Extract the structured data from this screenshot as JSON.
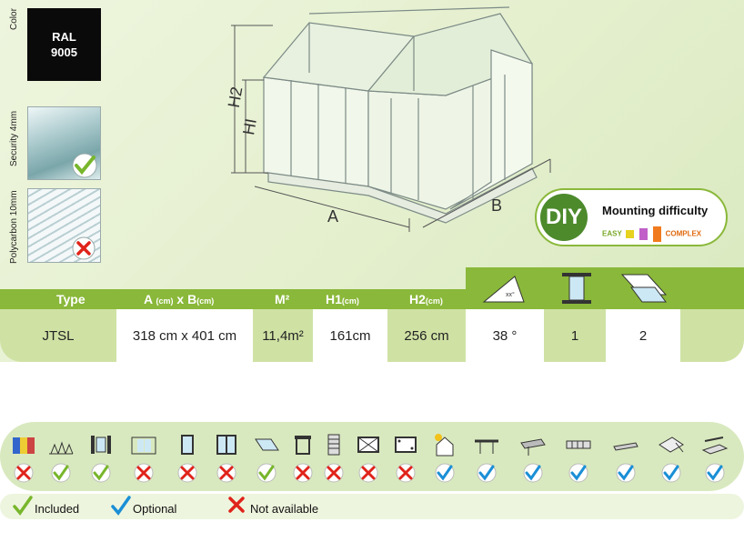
{
  "left_panel": {
    "color_label": "Color",
    "ral_line1": "RAL",
    "ral_line2": "9005",
    "glass_label": "Security 4mm",
    "poly_label": "Polycarbon 10mm"
  },
  "drawing": {
    "label_h2": "H2",
    "label_h1": "HI",
    "label_a": "A",
    "label_b": "B"
  },
  "diy": {
    "badge": "DIY",
    "title": "Mounting difficulty",
    "easy": "EASY",
    "complex": "COMPLEX"
  },
  "specs": {
    "headers": {
      "type": "Type",
      "ab_a": "A",
      "ab_cm1": "(cm)",
      "ab_x": " x ",
      "ab_b": "B",
      "ab_cm2": "(cm)",
      "m2": "M²",
      "h1": "H1",
      "h1_cm": "(cm)",
      "h2": "H2",
      "h2_cm": "(cm)",
      "roof_angle_icon_text": "xx°"
    },
    "values": {
      "type": "JTSL",
      "ab": "318 cm x 401 cm",
      "m2": "11,4m²",
      "h1": "161cm",
      "h2": "256 cm",
      "angle": "38 °",
      "windows": "1",
      "vents": "2"
    }
  },
  "accessories": {
    "icons": [
      "color-palette",
      "plants",
      "sliding-door",
      "double-door",
      "window",
      "door-opener",
      "roof-vent",
      "finial",
      "louvre",
      "cross-window",
      "shade-panel",
      "greenhouse-sun",
      "shelf-bracket",
      "shelf-slatted",
      "shelf-grid",
      "shelf-plain",
      "tool-rack",
      "staging"
    ],
    "status": [
      "not_available",
      "included",
      "included",
      "not_available",
      "not_available",
      "not_available",
      "included",
      "not_available",
      "not_available",
      "not_available",
      "not_available",
      "optional",
      "optional",
      "optional",
      "optional",
      "optional",
      "optional",
      "optional"
    ]
  },
  "legend": {
    "included": "Included",
    "optional": "Optional",
    "not_available": "Not available"
  },
  "colors": {
    "green": "#8ab83a",
    "light_green": "#cfe2a4",
    "red": "#e0231a",
    "blue": "#1a8fd6",
    "check_green": "#78b62c"
  }
}
